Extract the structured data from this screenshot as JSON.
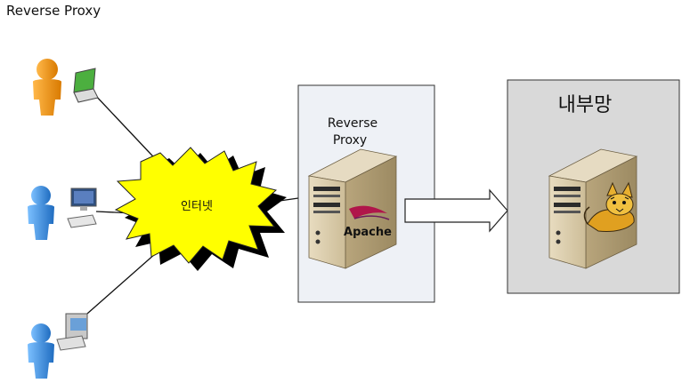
{
  "title": "Reverse Proxy",
  "internet_label": "인터넷",
  "proxy_label_line1": "Reverse",
  "proxy_label_line2": "Proxy",
  "apache_label": "Apache",
  "internal_label": "내부망",
  "colors": {
    "cloud_fill": "#ffff00",
    "proxy_box_fill": "#eef1f6",
    "internal_box_fill": "#d9d9d9",
    "user_orange": "#f39a1a",
    "user_blue": "#3a8fd8"
  }
}
